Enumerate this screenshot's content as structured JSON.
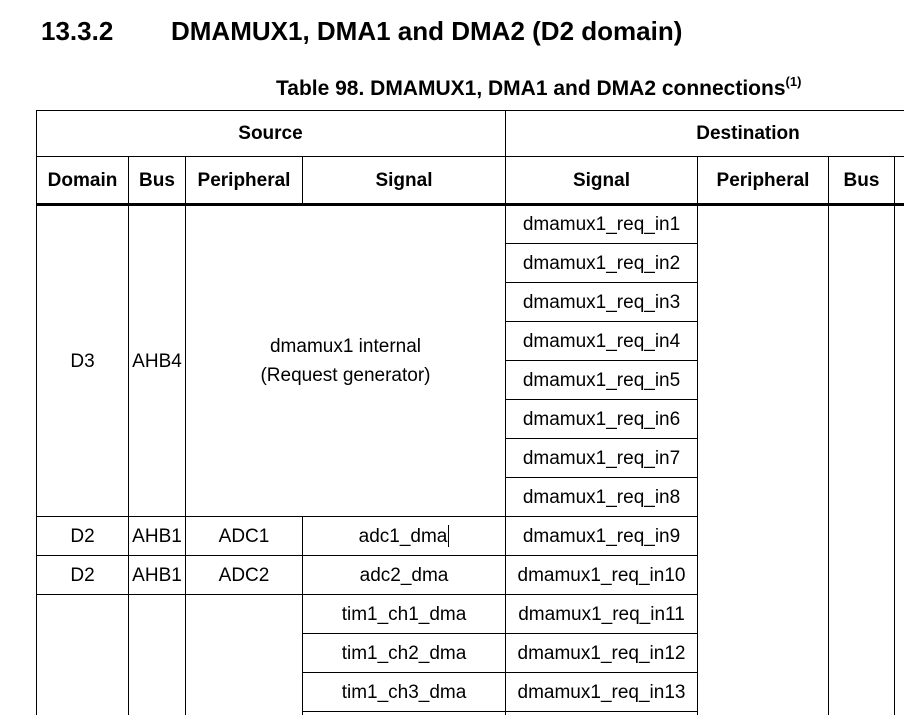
{
  "section": {
    "number": "13.3.2",
    "title": "DMAMUX1, DMA1 and DMA2 (D2 domain)"
  },
  "table": {
    "caption": "Table 98. DMAMUX1, DMA1 and DMA2 connections",
    "caption_note": "(1)",
    "group_headers": {
      "source": "Source",
      "destination": "Destination"
    },
    "columns": [
      "Domain",
      "Bus",
      "Peripheral",
      "Signal",
      "Signal",
      "Peripheral",
      "Bus"
    ],
    "generator_block": {
      "domain": "D3",
      "bus": "AHB4",
      "peripheral_line1": "dmamux1 internal",
      "peripheral_line2": "(Request generator)",
      "dest_signals": [
        "dmamux1_req_in1",
        "dmamux1_req_in2",
        "dmamux1_req_in3",
        "dmamux1_req_in4",
        "dmamux1_req_in5",
        "dmamux1_req_in6",
        "dmamux1_req_in7",
        "dmamux1_req_in8"
      ]
    },
    "rows": [
      {
        "domain": "D2",
        "bus": "AHB1",
        "peripheral": "ADC1",
        "signal": "adc1_dma",
        "dest_signal": "dmamux1_req_in9"
      },
      {
        "domain": "D2",
        "bus": "AHB1",
        "peripheral": "ADC2",
        "signal": "adc2_dma",
        "dest_signal": "dmamux1_req_in10"
      }
    ],
    "tim_block": [
      {
        "signal": "tim1_ch1_dma",
        "dest_signal": "dmamux1_req_in11"
      },
      {
        "signal": "tim1_ch2_dma",
        "dest_signal": "dmamux1_req_in12"
      },
      {
        "signal": "tim1_ch3_dma",
        "dest_signal": "dmamux1_req_in13"
      }
    ]
  }
}
